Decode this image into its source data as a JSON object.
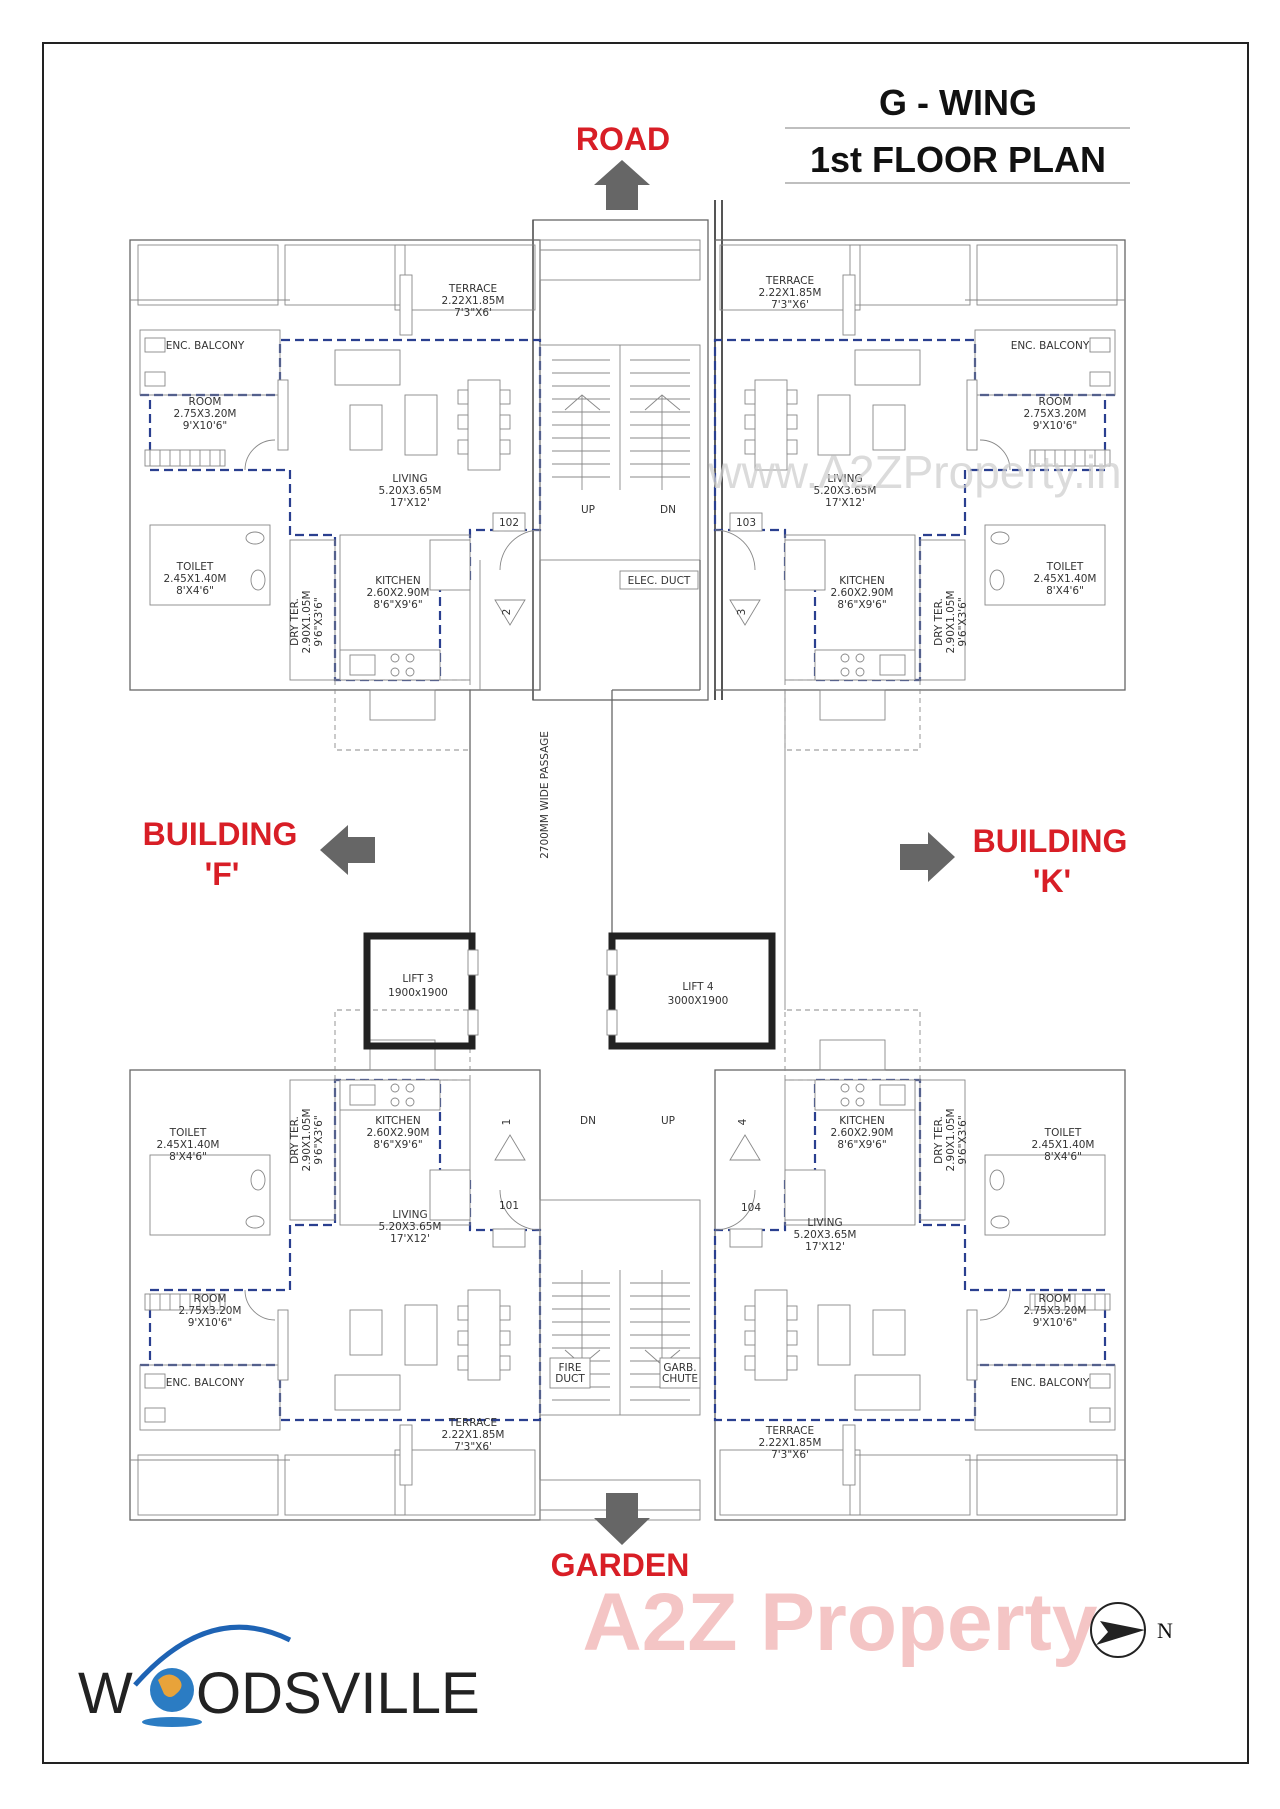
{
  "wing_title": "G - WING",
  "plan_title": "1st FLOOR PLAN",
  "directions": {
    "road": "ROAD",
    "garden": "GARDEN",
    "building_f_line1": "BUILDING",
    "building_f_line2": "'F'",
    "building_k_line1": "BUILDING",
    "building_k_line2": "'K'",
    "north": "N"
  },
  "passage": "2700MM WIDE PASSAGE",
  "stairs": {
    "up": "UP",
    "dn": "DN"
  },
  "ducts": {
    "elec": "ELEC. DUCT",
    "fire_1": "FIRE",
    "fire_2": "DUCT",
    "garb_1": "GARB.",
    "garb_2": "CHUTE"
  },
  "lifts": [
    {
      "name": "LIFT 3",
      "size": "1900x1900"
    },
    {
      "name": "LIFT 4",
      "size": "3000X1900"
    }
  ],
  "rooms": {
    "terrace": {
      "name": "TERRACE",
      "metric": "2.22X1.85M",
      "imperial": "7'3\"X6'"
    },
    "enc_balcony": {
      "name": "ENC. BALCONY"
    },
    "room": {
      "name": "ROOM",
      "metric": "2.75X3.20M",
      "imperial": "9'X10'6\""
    },
    "living": {
      "name": "LIVING",
      "metric": "5.20X3.65M",
      "imperial": "17'X12'"
    },
    "toilet": {
      "name": "TOILET",
      "metric": "2.45X1.40M",
      "imperial": "8'X4'6\""
    },
    "kitchen": {
      "name": "KITCHEN",
      "metric": "2.60X2.90M",
      "imperial": "8'6\"X9'6\""
    },
    "dry_ter": {
      "name": "DRY TER.",
      "metric": "2.90X1.05M",
      "imperial": "9'6\"X3'6\""
    }
  },
  "flats": [
    "102",
    "103",
    "101",
    "104"
  ],
  "markers": [
    "2",
    "3",
    "1",
    "4"
  ],
  "brand": {
    "pre": "W",
    "post": "ODSVILLE"
  },
  "watermark_text": "www.A2ZProperty.in",
  "watermark_logo": "A2Z Property",
  "colors": {
    "red_label": "#d81e26",
    "blue_dash": "#2a3f8f",
    "arrow": "#666666"
  }
}
